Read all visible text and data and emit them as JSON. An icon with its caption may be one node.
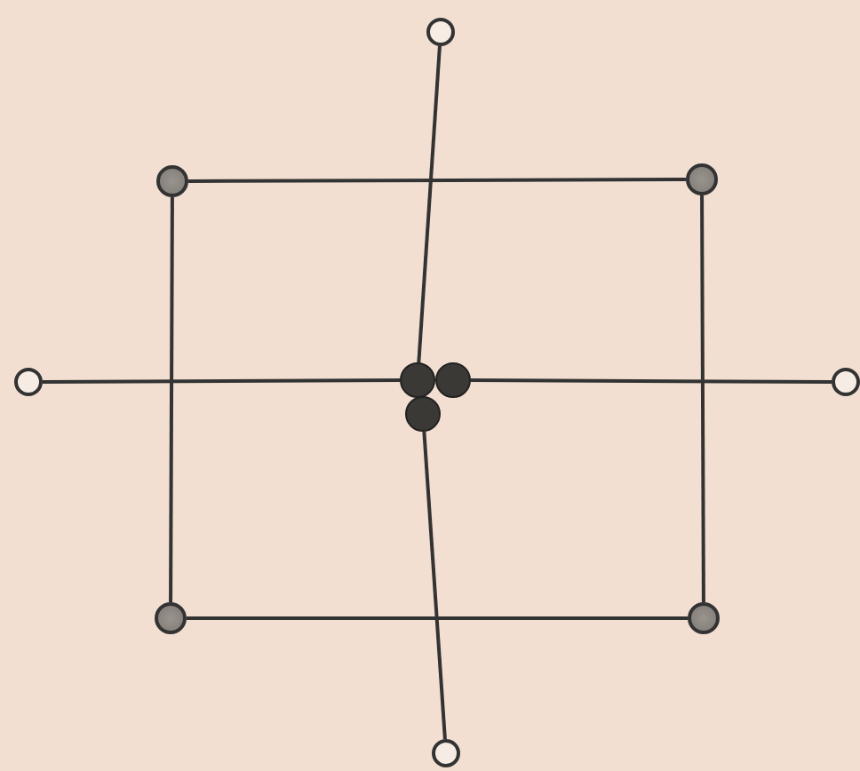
{
  "diagram": {
    "nodes": [
      {
        "text": [],
        "shape": "circle"
      },
      {
        "text": [],
        "shape": "circle"
      },
      {
        "text": [],
        "shape": "circle"
      },
      {
        "text": [],
        "shape": "circle"
      },
      {
        "text": [],
        "shape": "circle"
      },
      {
        "text": [],
        "shape": "circle"
      },
      {
        "text": [],
        "shape": "circle"
      },
      {
        "text": [],
        "shape": "circle"
      },
      {
        "text": [],
        "shape": "circle"
      },
      {
        "text": [],
        "shape": "circle"
      },
      {
        "text": [],
        "shape": "circle"
      }
    ],
    "edges": [
      {
        "from": 0,
        "to": 4,
        "arrow": "none"
      },
      {
        "from": 6,
        "to": 10,
        "arrow": "none"
      },
      {
        "from": 3,
        "to": 4,
        "arrow": "none"
      },
      {
        "from": 5,
        "to": 7,
        "arrow": "none"
      },
      {
        "from": 1,
        "to": 2,
        "arrow": "none"
      },
      {
        "from": 2,
        "to": 9,
        "arrow": "none"
      },
      {
        "from": 9,
        "to": 8,
        "arrow": "none"
      },
      {
        "from": 8,
        "to": 1,
        "arrow": "none"
      }
    ]
  }
}
